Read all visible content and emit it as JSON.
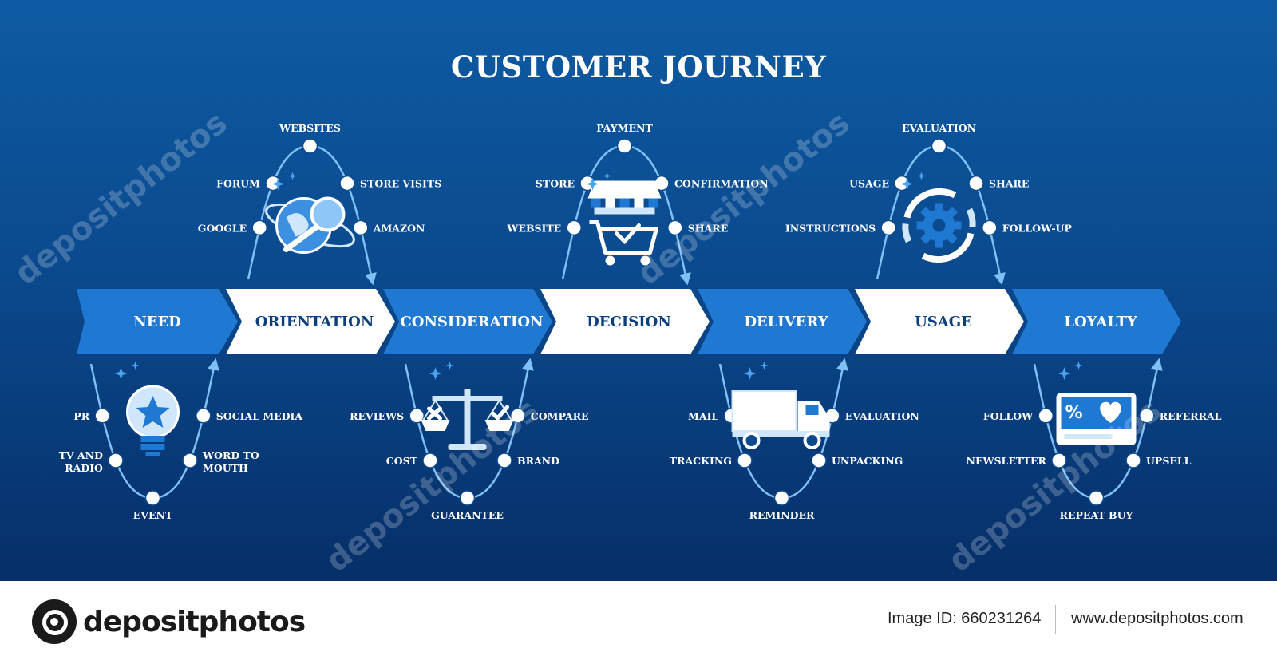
{
  "title": "CUSTOMER JOURNEY",
  "colors": {
    "background_top": "#0e5ba3",
    "background_bottom": "#062f68",
    "arrow_blue": "#1f78d1",
    "arrow_white": "#ffffff",
    "curve": "#7fc0f5",
    "icon_light": "#cfe6fb"
  },
  "stages": [
    {
      "label": "NEED",
      "style": "blue"
    },
    {
      "label": "ORIENTATION",
      "style": "white"
    },
    {
      "label": "CONSIDERATION",
      "style": "blue"
    },
    {
      "label": "DECISION",
      "style": "white"
    },
    {
      "label": "DELIVERY",
      "style": "blue"
    },
    {
      "label": "USAGE",
      "style": "white"
    },
    {
      "label": "LOYALTY",
      "style": "blue"
    }
  ],
  "loops": [
    {
      "stage": "NEED",
      "direction": "down",
      "icon": "lightbulb-star-icon",
      "touchpoints": [
        "PR",
        "TV AND RADIO",
        "EVENT",
        "WORD TO MOUTH",
        "SOCIAL MEDIA"
      ]
    },
    {
      "stage": "ORIENTATION",
      "direction": "up",
      "icon": "globe-search-icon",
      "touchpoints": [
        "GOOGLE",
        "FORUM",
        "WEBSITES",
        "STORE VISITS",
        "AMAZON"
      ]
    },
    {
      "stage": "CONSIDERATION",
      "direction": "down",
      "icon": "balance-scale-icon",
      "touchpoints": [
        "REVIEWS",
        "COST",
        "GUARANTEE",
        "BRAND",
        "COMPARE"
      ]
    },
    {
      "stage": "DECISION",
      "direction": "up",
      "icon": "store-cart-icon",
      "touchpoints": [
        "WEBSITE",
        "STORE",
        "PAYMENT",
        "CONFIRMATION",
        "SHARE"
      ]
    },
    {
      "stage": "DELIVERY",
      "direction": "down",
      "icon": "delivery-truck-icon",
      "touchpoints": [
        "MAIL",
        "TRACKING",
        "REMINDER",
        "UNPACKING",
        "EVALUATION"
      ]
    },
    {
      "stage": "USAGE",
      "direction": "up",
      "icon": "gear-cycle-icon",
      "touchpoints": [
        "INSTRUCTIONS",
        "USAGE",
        "EVALUATION",
        "SHARE",
        "FOLLOW-UP"
      ]
    },
    {
      "stage": "LOYALTY",
      "direction": "down",
      "icon": "loyalty-card-icon",
      "touchpoints": [
        "FOLLOW",
        "NEWSLETTER",
        "REPEAT BUY",
        "UPSELL",
        "REFERRAL"
      ]
    }
  ],
  "watermark": "depositphotos",
  "footer": {
    "brand": "depositphotos",
    "image_id": "Image ID: 660231264",
    "website": "www.depositphotos.com"
  }
}
